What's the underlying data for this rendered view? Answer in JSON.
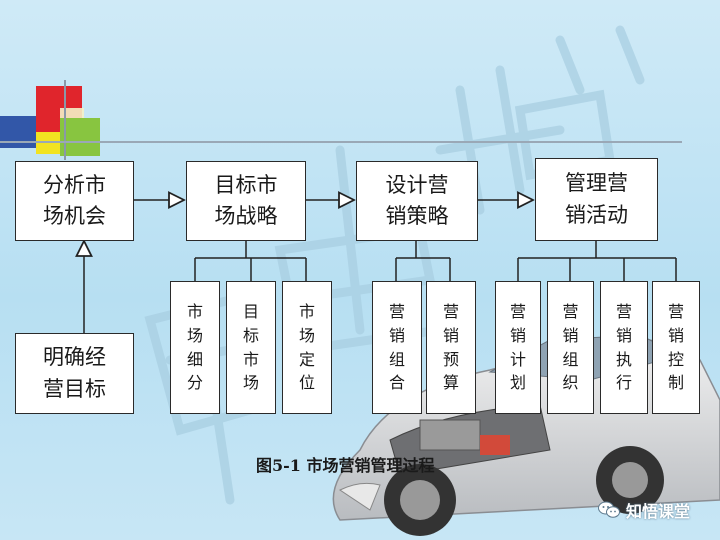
{
  "diagram": {
    "top_row": [
      {
        "id": "analyze",
        "label": "分析市\n场机会"
      },
      {
        "id": "target",
        "label": "目标市\n场战略"
      },
      {
        "id": "design",
        "label": "设计营\n销策略"
      },
      {
        "id": "manage",
        "label": "管理营\n销活动"
      }
    ],
    "goal_box": {
      "label": "明确经\n营目标"
    },
    "sub_boxes_target": [
      "市场细分",
      "目标市场",
      "市场定位"
    ],
    "sub_boxes_design": [
      "营销组合",
      "营销预算"
    ],
    "sub_boxes_manage": [
      "营销计划",
      "营销组织",
      "营销执行",
      "营销控制"
    ]
  },
  "caption": "图5-1  市场营销管理过程",
  "watermark": {
    "brand_text": "知悟课堂",
    "icon": "wechat-icon"
  },
  "colors": {
    "background": "#bfe3f4",
    "red": "#e0252c",
    "green": "#88c540",
    "yellow": "#f2e321",
    "blue": "#3257a8"
  }
}
